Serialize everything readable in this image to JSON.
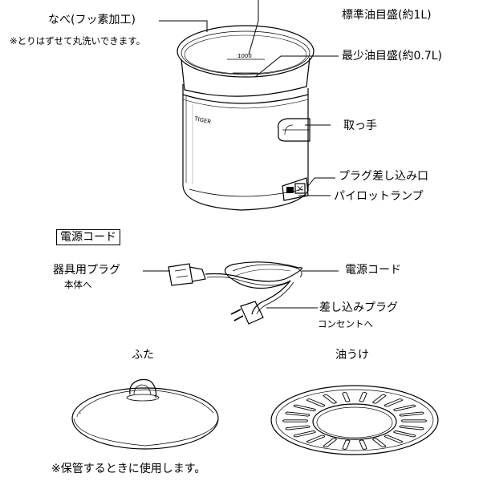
{
  "labels": {
    "pot": "なべ(フッ素加工)",
    "pot_note": "※とりはずせて丸洗いできます。",
    "standard_oil_mark": "標準油目盛(約1L)",
    "min_oil_mark": "最少油目盛(約0.7L)",
    "handle": "取っ手",
    "plug_inlet": "プラグ差し込み口",
    "pilot_lamp": "パイロットランプ",
    "cord_section_title": "電源コード",
    "appliance_plug": "器具用プラグ",
    "appliance_plug_note": "本体へ",
    "power_cord": "電源コード",
    "insert_plug": "差し込みプラグ",
    "insert_plug_note": "コンセントへ",
    "lid": "ふた",
    "oil_tray": "油うけ",
    "storage_note": "※保管するときに使用します。"
  },
  "printed_marks": {
    "level_mark": "1000",
    "brand_logo": "TIGER"
  },
  "icons": {
    "pot": "deep-fryer-pot-illustration",
    "lid": "lid-illustration",
    "tray": "oil-tray-illustration",
    "cord": "power-cord-illustration"
  }
}
